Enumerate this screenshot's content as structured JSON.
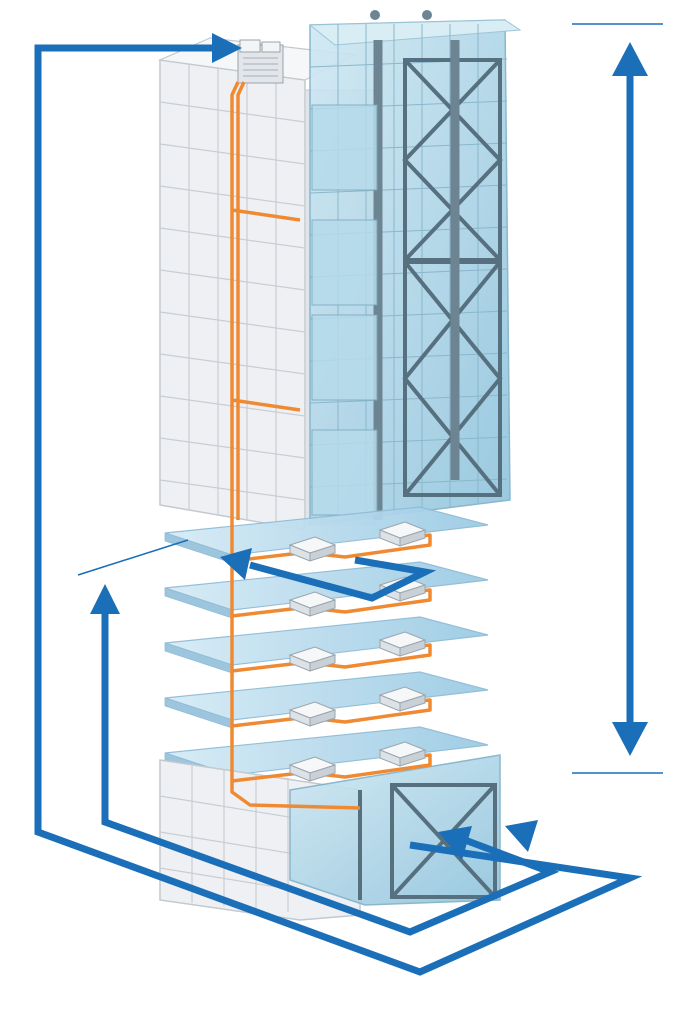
{
  "diagram": {
    "subject": "building-vrf-piping-schematic",
    "colors": {
      "flow_arrow": "#1a6fb8",
      "refrigerant_pipe": "#f08a32",
      "concrete": "#eef0f3",
      "glass": "#a9d2e6",
      "floor_slab": "#bcdcef",
      "steel_frame": "#56707f",
      "indoor_unit": "#f5f7f9"
    },
    "indoor_units_per_floor": 2,
    "open_floor_count": 5,
    "icons": [
      "double-headed-vertical-arrow",
      "return-flow-arrow",
      "circulation-arrow",
      "outdoor-condensing-unit",
      "indoor-cassette-unit"
    ]
  }
}
